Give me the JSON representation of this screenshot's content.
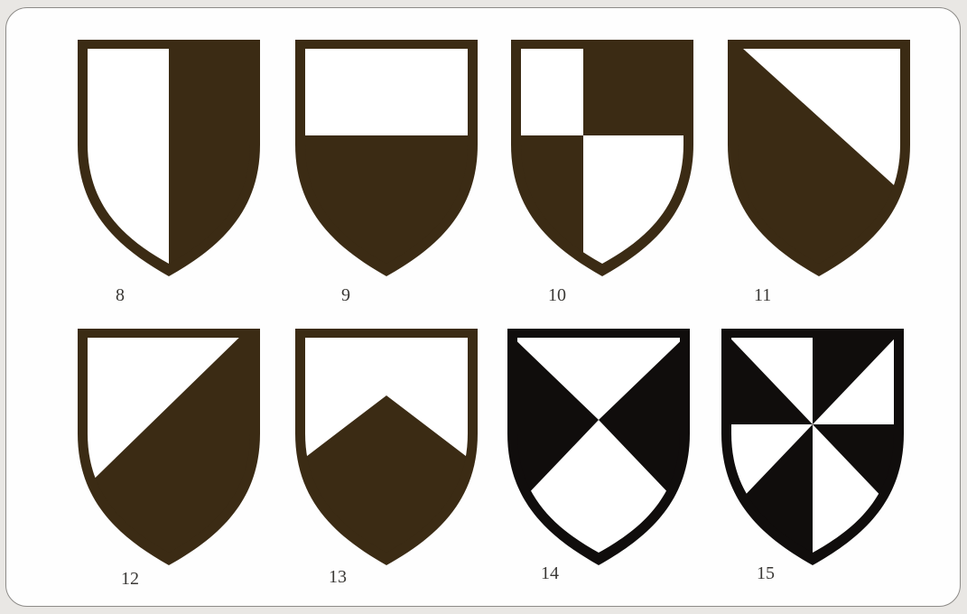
{
  "colors": {
    "brown": "#3b2b14",
    "black": "#100d0c",
    "white": "#ffffff",
    "paper": "#fefefe"
  },
  "shields": [
    {
      "label": "8",
      "design": "per-pale",
      "tincture": "brown"
    },
    {
      "label": "9",
      "design": "per-fess",
      "tincture": "brown"
    },
    {
      "label": "10",
      "design": "quarterly",
      "tincture": "brown"
    },
    {
      "label": "11",
      "design": "per-bend",
      "tincture": "brown"
    },
    {
      "label": "12",
      "design": "per-bend-sinister",
      "tincture": "brown"
    },
    {
      "label": "13",
      "design": "per-chevron",
      "tincture": "brown"
    },
    {
      "label": "14",
      "design": "per-saltire",
      "tincture": "black"
    },
    {
      "label": "15",
      "design": "gyronny",
      "tincture": "black"
    }
  ]
}
